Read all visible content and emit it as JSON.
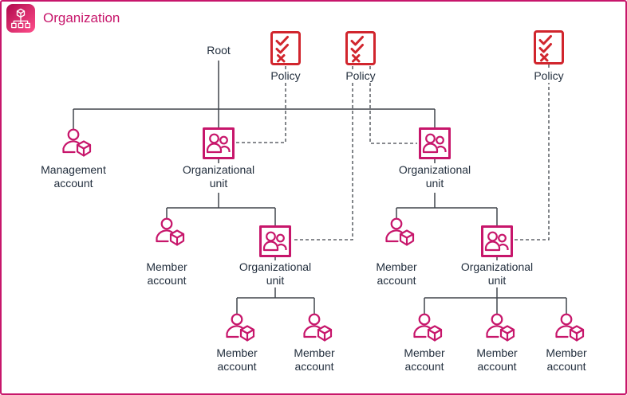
{
  "header": {
    "title": "Organization"
  },
  "colors": {
    "org-pink": "#c7166b",
    "policy-red": "#d1252d",
    "line": "#40454c",
    "text": "#232f3e",
    "border": "#c7166b",
    "background": "#ffffff",
    "tile-start": "#b0084d",
    "tile-end": "#ff4f8b"
  },
  "icons": {
    "header": "aws-organizations-icon",
    "policy": "policy-checklist-icon",
    "organizational_unit": "organizational-unit-icon",
    "account": "account-person-cube-icon"
  },
  "nodes": {
    "root": {
      "label": "Root"
    },
    "policy1": {
      "label": "Policy"
    },
    "policy2": {
      "label": "Policy"
    },
    "policy3": {
      "label": "Policy"
    },
    "management_account": {
      "line1": "Management",
      "line2": "account"
    },
    "ou_left": {
      "line1": "Organizational",
      "line2": "unit"
    },
    "ou_right": {
      "line1": "Organizational",
      "line2": "unit"
    },
    "member_left": {
      "line1": "Member",
      "line2": "account"
    },
    "ou_left_child": {
      "line1": "Organizational",
      "line2": "unit"
    },
    "member_right": {
      "line1": "Member",
      "line2": "account"
    },
    "ou_right_child": {
      "line1": "Organizational",
      "line2": "unit"
    },
    "member_lc1": {
      "line1": "Member",
      "line2": "account"
    },
    "member_lc2": {
      "line1": "Member",
      "line2": "account"
    },
    "member_rc1": {
      "line1": "Member",
      "line2": "account"
    },
    "member_rc2": {
      "line1": "Member",
      "line2": "account"
    },
    "member_rc3": {
      "line1": "Member",
      "line2": "account"
    }
  }
}
